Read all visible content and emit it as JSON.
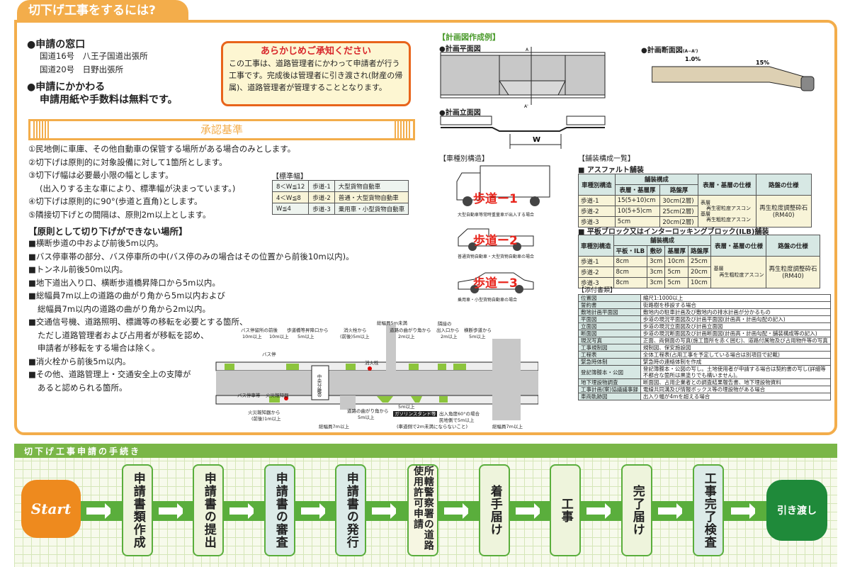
{
  "title": "切下げ工事をするには?",
  "window": {
    "heading": "●申請の窓口",
    "offices": [
      "国道16号　八王子国道出張所",
      "国道20号　日野出張所"
    ],
    "free_heading": "●申請にかかわる",
    "free_text": "申請用紙や手数料は無料です。"
  },
  "notice": {
    "title": "あらかじめご承知ください",
    "body": "この工事は、道路管理者にかわって申請者が行う工事です。完成後は管理者に引き渡され(財産の帰属)、道路管理者が管理することとなります。"
  },
  "criteria": {
    "title": "承認基準",
    "items": [
      "①民地側に車庫、その他自動車の保管する場所がある場合のみとします。",
      "②切下げは原則的に対象設備に対して1箇所とします。",
      "③切下げ幅は必要最小限の幅とします。",
      "(出入りする主な車により、標準幅が決まっています。)",
      "④切下げは原則的に90°(歩道と直角)とします。",
      "⑤隣接切下げとの間隔は、原則2m以上とします。"
    ]
  },
  "standard_width": {
    "title": "【標準幅】",
    "rows": [
      [
        "8＜W≦12",
        "歩道-1",
        "大型貨物自動車"
      ],
      [
        "4＜W≦8",
        "歩道-2",
        "普通・大型貨物自動車"
      ],
      [
        "W≦4",
        "歩道-3",
        "乗用車・小型貨物自動車"
      ]
    ]
  },
  "prohibited": {
    "title": "【原則として切り下げができない場所】",
    "items": [
      "■横断歩道の中および前後5m以内。",
      "■バス停車帯の部分、バス停車所の中(バス停のみの場合はその位置から前後10m以内)。",
      "■トンネル前後50m以内。",
      "■地下道出入り口、横断歩道橋昇降口から5m以内。",
      "■総幅員7m以上の道路の曲がり角から5m以内および",
      "総幅員7m以内の道路の曲がり角から2m以内。",
      "■交通信号機、道路照明、標識等の移転を必要とする箇所、",
      "ただし道路管理者および占用者が移転を認め、",
      "申請者が移転をする場合は除く。",
      "■消火栓から前後5m以内。",
      "■その他、道路管理上・交通安全上の支障が",
      "あると認められる箇所。"
    ]
  },
  "road_diagram": {
    "labels": [
      "バス停留所の前後",
      "10m以上",
      "10m以上",
      "歩道橋等昇降口から",
      "5m以上",
      "消火栓から",
      "(前後)5m以上",
      "総幅員5m未満",
      "道路の曲がり角から",
      "2m以上",
      "隣接の",
      "出入口から",
      "2m以上",
      "横断歩道から",
      "5m以上",
      "バス停",
      "消火栓",
      "バス停車帯",
      "火災報知器",
      "中央分離帯",
      "火災報知器から",
      "(前後)1m以上",
      "総幅員7m以上",
      "道路の曲がり角から",
      "5m以上",
      "5m以上",
      "ガソリンスタンド等",
      "出入角度60°の場合",
      "民地側で5m以上",
      "(車道側で2m未満にならないこと)",
      "総幅員7m以上"
    ]
  },
  "plan": {
    "title": "【計画図作成例】",
    "plan_view": "●計画平面図",
    "section_view": "●計画断面図",
    "section_suffix": "(A−A')",
    "elevation_view": "●計画立面図",
    "width_label": "W",
    "slope1": "1.0%",
    "slope2": "15%",
    "a": "A",
    "a2": "A'"
  },
  "vehicles": {
    "title": "【車種別構造】",
    "items": [
      {
        "tag": "歩道ー1",
        "caption": "大型自動車等常時重量車が出入する場合"
      },
      {
        "tag": "歩道ー2",
        "caption": "普通貨物自動車・大型貨物自動車の場合"
      },
      {
        "tag": "歩道ー3",
        "caption": "乗用車・小型貨物自動車の場合"
      }
    ]
  },
  "pavement": {
    "title": "【舗装構成一覧】",
    "asphalt": {
      "title": "■ アスファルト舗装",
      "h_type": "車種別構造",
      "h_comp": "舗装構成",
      "h_sub": [
        "表層・基層厚",
        "路盤厚"
      ],
      "h_spec": "表層・基層の仕様",
      "h_base": "路盤の仕様",
      "rows": [
        [
          "歩道-1",
          "15(5+10)cm",
          "30cm(2層)"
        ],
        [
          "歩道-2",
          "10(5+5)cm",
          "25cm(2層)"
        ],
        [
          "歩道-3",
          "5cm",
          "20cm(2層)"
        ]
      ],
      "spec": [
        "表層",
        "再生密粒度アスコン",
        "基層",
        "再生粗粒度アスコン"
      ],
      "base": [
        "再生粒度調整砕石",
        "(RM40)"
      ]
    },
    "ilb": {
      "title": "■ 平板ブロック又はインターロッキングブロック(ILB)舗装",
      "h_type": "車種別構造",
      "h_comp": "舗装構成",
      "h_sub": [
        "平板・ILB",
        "敷砂",
        "基層厚",
        "路盤厚"
      ],
      "h_spec": "表層・基層の仕様",
      "h_base": "路盤の仕様",
      "rows": [
        [
          "歩道-1",
          "8cm",
          "3cm",
          "10cm",
          "25cm"
        ],
        [
          "歩道-2",
          "8cm",
          "3cm",
          "5cm",
          "20cm"
        ],
        [
          "歩道-3",
          "8cm",
          "3cm",
          "5cm",
          "10cm"
        ]
      ],
      "spec": [
        "基層",
        "再生粗粒度アスコン"
      ],
      "base": [
        "再生粒度調整砕石",
        "(RM40)"
      ]
    }
  },
  "attachments": {
    "title": "【添付書類】",
    "rows": [
      [
        "位置図",
        "縮尺1:1000以上"
      ],
      [
        "誓約書",
        "街路樹を移設する場合"
      ],
      [
        "敷地計画平面図",
        "敷地内の駐車計画及び敷地内の排水計画が分かるもの"
      ],
      [
        "平面図",
        "歩道の現況平面図及び計画平面図(計画高・計画勾配の記入)"
      ],
      [
        "立面図",
        "歩道の現況立面図及び計画立面図"
      ],
      [
        "断面図",
        "歩道の現況断面図及び計画断面図(計画高・計画勾配・舗装構成等の記入)"
      ],
      [
        "現況写真",
        "正面、両側面の写真(施工箇所を赤く囲む)、道路付属物及び占用物件等の写真"
      ],
      [
        "工事規制図",
        "規制図、保安施設図"
      ],
      [
        "工程表",
        "全体工程表(占用工事を予定している場合は別項目で記載)"
      ],
      [
        "緊急時体制",
        "緊急時の連絡体制を作成"
      ],
      [
        "登記簿謄本・公図",
        "登記簿謄本・公図の写し。土地使用者が申請する場合は契約書の写し(詳細等不都合な箇所は黒塗りでも構いません)。"
      ],
      [
        "地下埋設物調査",
        "断面図、占用企業者との調査結果報告書、地下埋設物資料"
      ],
      [
        "工事計画(案)協議議事録",
        "電線共同溝及び情報ボックス等の埋設物がある場合"
      ],
      [
        "車両軌跡図",
        "出入り幅が4mを超える場合"
      ]
    ]
  },
  "procedure": {
    "title": "切下げ工事申請の手続き",
    "start": "Start",
    "steps": [
      "申請書類作成",
      "申請書の提出",
      "申請書の審査",
      "申請書の発行",
      "所轄警察署の道路使用許可申請",
      "着手届け",
      "工事",
      "完了届け",
      "工事完了検査"
    ],
    "end": "引き渡し"
  },
  "colors": {
    "orange": "#f3ad4b",
    "green": "#5aae3c",
    "red": "#d8262a"
  }
}
